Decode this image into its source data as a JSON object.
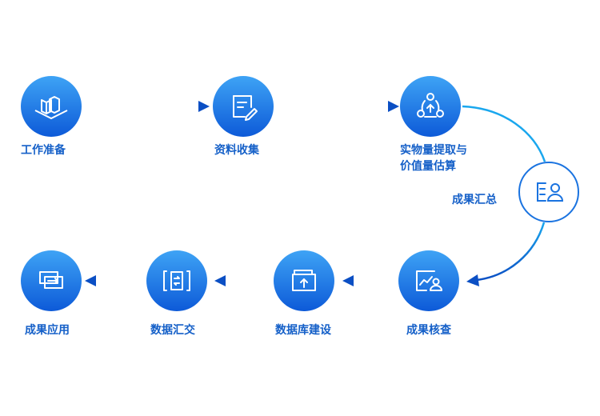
{
  "colors": {
    "circle_top": "#3ea3f5",
    "circle_bottom": "#0d5ad8",
    "arrow_start": "#1aa7ee",
    "arrow_end": "#0b4fc4",
    "label": "#1560c8"
  },
  "nodes": [
    {
      "id": "prep",
      "icon": "buildings-icon",
      "label": [
        "工作准备"
      ]
    },
    {
      "id": "collect",
      "icon": "document-pen-icon",
      "label": [
        "资料收集"
      ]
    },
    {
      "id": "extract",
      "icon": "network-upload-icon",
      "label": [
        "实物量提取与",
        "价值量估算"
      ]
    },
    {
      "id": "summary",
      "icon": "user-list-icon",
      "label": []
    },
    {
      "id": "verify",
      "icon": "chart-person-icon",
      "label": [
        "成果核查"
      ]
    },
    {
      "id": "database",
      "icon": "folder-upload-icon",
      "label": [
        "数据库建设"
      ]
    },
    {
      "id": "exchange",
      "icon": "transfer-icon",
      "label": [
        "数据汇交"
      ]
    },
    {
      "id": "apply",
      "icon": "screens-icon",
      "label": [
        "成果应用"
      ]
    }
  ],
  "edge_label": "成果汇总"
}
